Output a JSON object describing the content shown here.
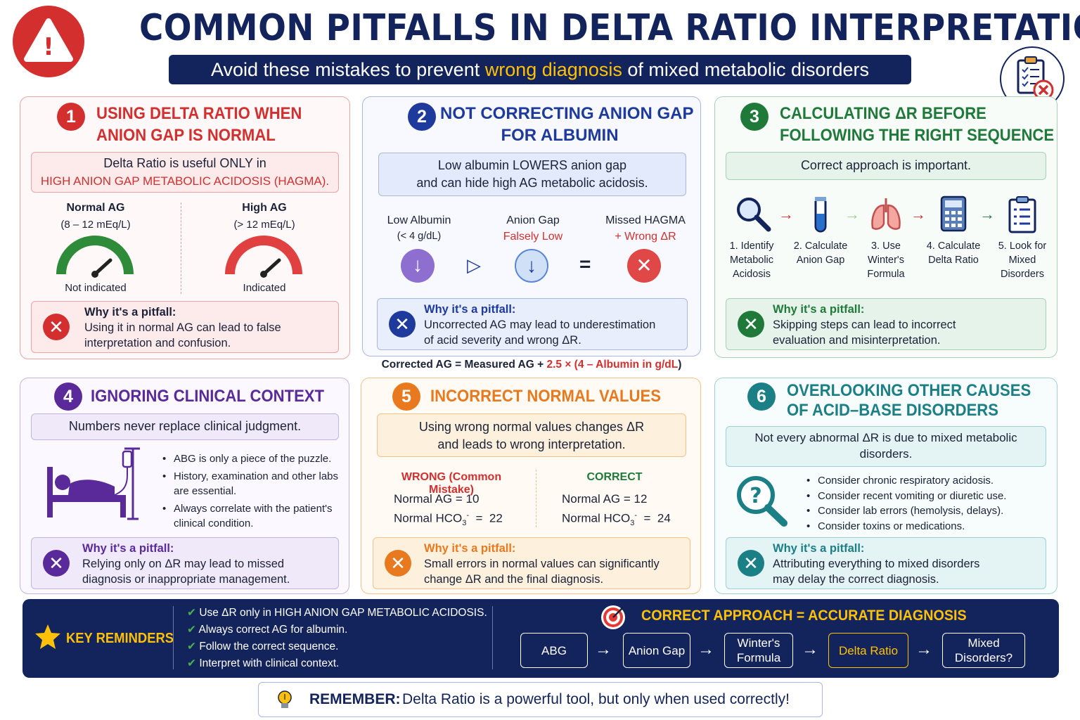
{
  "header": {
    "title": "COMMON PITFALLS IN DELTA RATIO INTERPRETATION",
    "subtitle_pre": "Avoid these mistakes to prevent ",
    "subtitle_hl": "wrong diagnosis",
    "subtitle_post": " of mixed metabolic disorders",
    "warning_mark": "!"
  },
  "cards": {
    "c1": {
      "num": "1",
      "title_l1": "USING DELTA RATIO WHEN",
      "title_l2": "ANION GAP IS NORMAL",
      "box_l1": "Delta Ratio is useful ONLY in",
      "box_l2": "HIGH ANION GAP METABOLIC ACIDOSIS (HAGMA).",
      "left_label": "Normal AG",
      "left_range": "(8 – 12 mEq/L)",
      "left_caption": "Not indicated",
      "right_label": "High AG",
      "right_range": "(> 12 mEq/L)",
      "right_caption": "Indicated",
      "pit_head": "Why it's a pitfall:",
      "pit_l1": "Using it in normal AG can lead to false",
      "pit_l2": "interpretation and confusion."
    },
    "c2": {
      "num": "2",
      "title_l1": "NOT CORRECTING ANION GAP",
      "title_l2": "FOR ALBUMIN",
      "box_l1": "Low albumin LOWERS anion gap",
      "box_l2": "and can hide high AG metabolic acidosis.",
      "a_l1": "Low Albumin",
      "a_l2": "(< 4 g/dL)",
      "b_l1": "Anion Gap",
      "b_l2": "Falsely Low",
      "c_l1": "Missed HAGMA",
      "c_l2": "+ Wrong ΔR",
      "pit_head": "Why it's a pitfall:",
      "pit_l1": "Uncorrected AG may lead to underestimation",
      "pit_l2": "of acid severity and wrong ΔR.",
      "formula_pre": "Corrected AG = Measured AG + ",
      "formula_red": "2.5 × (4 – Albumin in g/dL",
      "formula_post": ")"
    },
    "c3": {
      "num": "3",
      "title_l1": "CALCULATING ΔR BEFORE",
      "title_l2": "FOLLOWING THE RIGHT SEQUENCE",
      "box_l1": "Correct approach is important.",
      "steps": [
        {
          "l1": "1. Identify",
          "l2": "Metabolic",
          "l3": "Acidosis"
        },
        {
          "l1": "2. Calculate",
          "l2": "Anion Gap",
          "l3": ""
        },
        {
          "l1": "3. Use",
          "l2": "Winter's",
          "l3": "Formula"
        },
        {
          "l1": "4. Calculate",
          "l2": "Delta Ratio",
          "l3": ""
        },
        {
          "l1": "5. Look for",
          "l2": "Mixed",
          "l3": "Disorders"
        }
      ],
      "pit_head": "Why it's a pitfall:",
      "pit_l1": "Skipping steps can lead to incorrect",
      "pit_l2": "evaluation and misinterpretation."
    },
    "c4": {
      "num": "4",
      "title_l1": "IGNORING CLINICAL CONTEXT",
      "box_l1": "Numbers never replace clinical judgment.",
      "b1": "ABG is only a piece of the puzzle.",
      "b2_l1": "History, examination and other labs",
      "b2_l2": "are essential.",
      "b3_l1": "Always correlate with the patient's",
      "b3_l2": "clinical condition.",
      "pit_head": "Why it's a pitfall:",
      "pit_l1": "Relying only on ΔR may lead to missed",
      "pit_l2": "diagnosis or inappropriate management."
    },
    "c5": {
      "num": "5",
      "title_l1": "INCORRECT NORMAL VALUES",
      "box_l1": "Using wrong normal values changes ΔR",
      "box_l2": "and leads to wrong interpretation.",
      "wrong_head": "WRONG (Common Mistake)",
      "wrong_ag": "Normal AG  =  10",
      "wrong_hco3_pre": "Normal HCO",
      "wrong_hco3_post": "  =  22",
      "correct_head": "CORRECT",
      "correct_ag": "Normal AG  =  12",
      "correct_hco3_pre": "Normal HCO",
      "correct_hco3_post": "  =  24",
      "sub": "3",
      "sup": "-",
      "pit_head": "Why it's a pitfall:",
      "pit_l1": "Small errors in normal values can significantly",
      "pit_l2": "change ΔR and the final diagnosis."
    },
    "c6": {
      "num": "6",
      "title_l1": "OVERLOOKING OTHER CAUSES",
      "title_l2": "OF ACID–BASE DISORDERS",
      "box_l1": "Not every abnormal ΔR is due to mixed metabolic",
      "box_l2": "disorders.",
      "b1": "Consider chronic respiratory acidosis.",
      "b2": "Consider recent vomiting or diuretic use.",
      "b3": "Consider lab errors (hemolysis, delays).",
      "b4": "Consider toxins or medications.",
      "pit_head": "Why it's a pitfall:",
      "pit_l1": "Attributing everything to mixed disorders",
      "pit_l2": "may delay the correct diagnosis."
    }
  },
  "reminders": {
    "label": "KEY REMINDERS",
    "items": [
      "Use ΔR only in HIGH ANION GAP METABOLIC ACIDOSIS.",
      "Always correct AG for albumin.",
      "Follow the correct sequence.",
      "Interpret with clinical context."
    ],
    "approach_title": "CORRECT APPROACH = ACCURATE DIAGNOSIS",
    "flow": [
      {
        "l1": "ABG",
        "l2": ""
      },
      {
        "l1": "Anion Gap",
        "l2": ""
      },
      {
        "l1": "Winter's",
        "l2": "Formula"
      },
      {
        "l1": "Delta Ratio",
        "l2": ""
      },
      {
        "l1": "Mixed",
        "l2": "Disorders?"
      }
    ]
  },
  "remember": {
    "label": "REMEMBER:",
    "text": "Delta Ratio is a powerful tool, but only when used correctly!"
  },
  "colors": {
    "navy": "#13235b",
    "red": "#d32f2f",
    "blue": "#1e3a9c",
    "green": "#1f7a3a",
    "purple": "#5b2a9a",
    "orange": "#e8791e",
    "teal": "#1b7f86",
    "gold": "#ffc107"
  }
}
